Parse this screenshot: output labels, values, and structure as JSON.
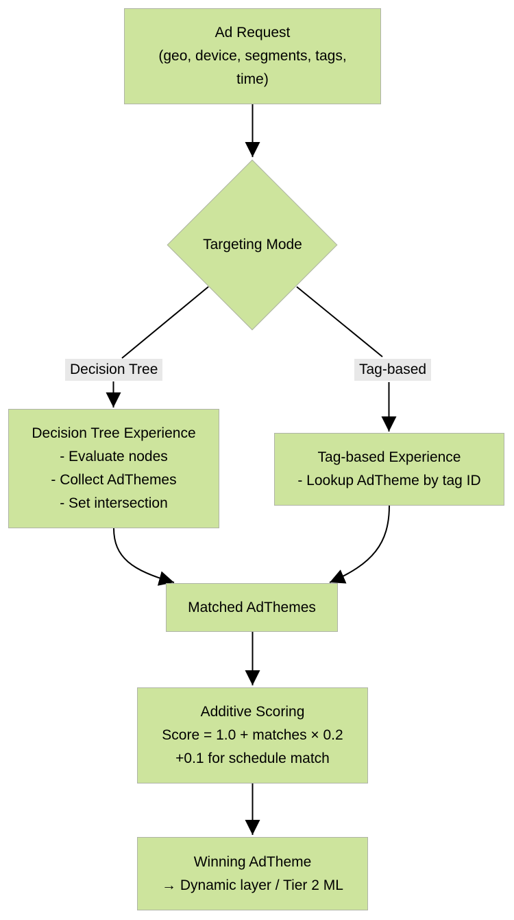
{
  "nodes": {
    "ad_request": {
      "lines": [
        "Ad Request",
        "(geo, device, segments, tags,",
        "time)"
      ]
    },
    "targeting_mode": {
      "label": "Targeting Mode"
    },
    "decision_tree_experience": {
      "lines": [
        "Decision Tree Experience",
        "- Evaluate nodes",
        "- Collect AdThemes",
        "- Set intersection"
      ]
    },
    "tag_based_experience": {
      "lines": [
        "Tag-based Experience",
        "- Lookup AdTheme by tag ID"
      ]
    },
    "matched_adthemes": {
      "label": "Matched AdThemes"
    },
    "additive_scoring": {
      "lines": [
        "Additive Scoring",
        "Score = 1.0 + matches × 0.2",
        "+0.1 for schedule match"
      ]
    },
    "winning_adtheme": {
      "lines": [
        "Winning AdTheme",
        "→ Dynamic layer / Tier 2 ML"
      ]
    }
  },
  "edge_labels": {
    "left_branch": "Decision Tree",
    "right_branch": "Tag-based"
  },
  "colors": {
    "node_fill": "#cde49d",
    "node_border": "#aeb3a6",
    "edge_label_bg": "#e8e8e8",
    "edge_color": "#000000",
    "text_color": "#000000",
    "background": "#ffffff"
  }
}
